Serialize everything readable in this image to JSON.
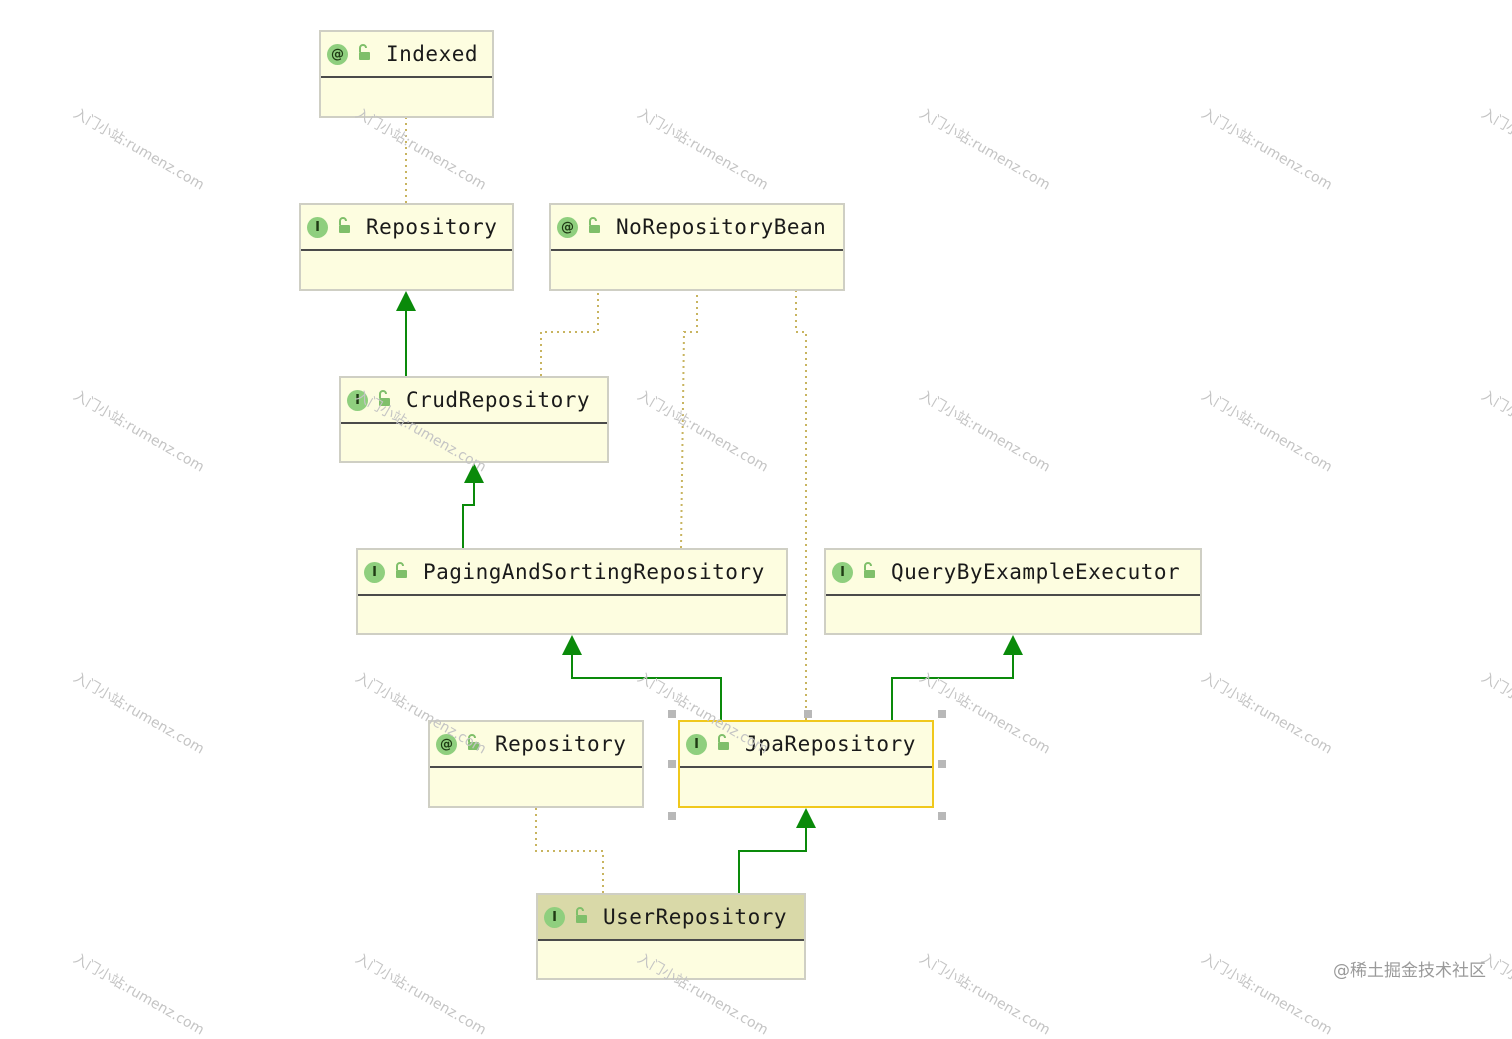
{
  "diagram": {
    "nodes": [
      {
        "id": "indexed",
        "badge": "@",
        "name": "Indexed"
      },
      {
        "id": "repository",
        "badge": "I",
        "name": "Repository"
      },
      {
        "id": "no-repository-bean",
        "badge": "@",
        "name": "NoRepositoryBean"
      },
      {
        "id": "crud-repository",
        "badge": "I",
        "name": "CrudRepository"
      },
      {
        "id": "paging-and-sorting-repository",
        "badge": "I",
        "name": "PagingAndSortingRepository"
      },
      {
        "id": "query-by-example-executor",
        "badge": "I",
        "name": "QueryByExampleExecutor"
      },
      {
        "id": "repository-annotation",
        "badge": "@",
        "name": "Repository"
      },
      {
        "id": "jpa-repository",
        "badge": "I",
        "name": "JpaRepository",
        "selected": true
      },
      {
        "id": "user-repository",
        "badge": "I",
        "name": "UserRepository",
        "current": true
      }
    ],
    "edges": [
      {
        "from": "crud-repository",
        "to": "repository",
        "kind": "extends"
      },
      {
        "from": "paging-and-sorting-repository",
        "to": "crud-repository",
        "kind": "extends"
      },
      {
        "from": "jpa-repository",
        "to": "paging-and-sorting-repository",
        "kind": "extends"
      },
      {
        "from": "jpa-repository",
        "to": "query-by-example-executor",
        "kind": "extends"
      },
      {
        "from": "user-repository",
        "to": "jpa-repository",
        "kind": "extends"
      },
      {
        "from": "repository",
        "to": "indexed",
        "kind": "annotated"
      },
      {
        "from": "crud-repository",
        "to": "no-repository-bean",
        "kind": "annotated"
      },
      {
        "from": "paging-and-sorting-repository",
        "to": "no-repository-bean",
        "kind": "annotated"
      },
      {
        "from": "jpa-repository",
        "to": "no-repository-bean",
        "kind": "annotated"
      },
      {
        "from": "user-repository",
        "to": "repository-annotation",
        "kind": "annotated"
      }
    ],
    "colors": {
      "extends": "#0a8a0a",
      "annotated": "#c8b460",
      "selected_border": "#f0c81c"
    }
  },
  "watermark": "入门小站:rumenz.com",
  "credit": "@稀土掘金技术社区"
}
